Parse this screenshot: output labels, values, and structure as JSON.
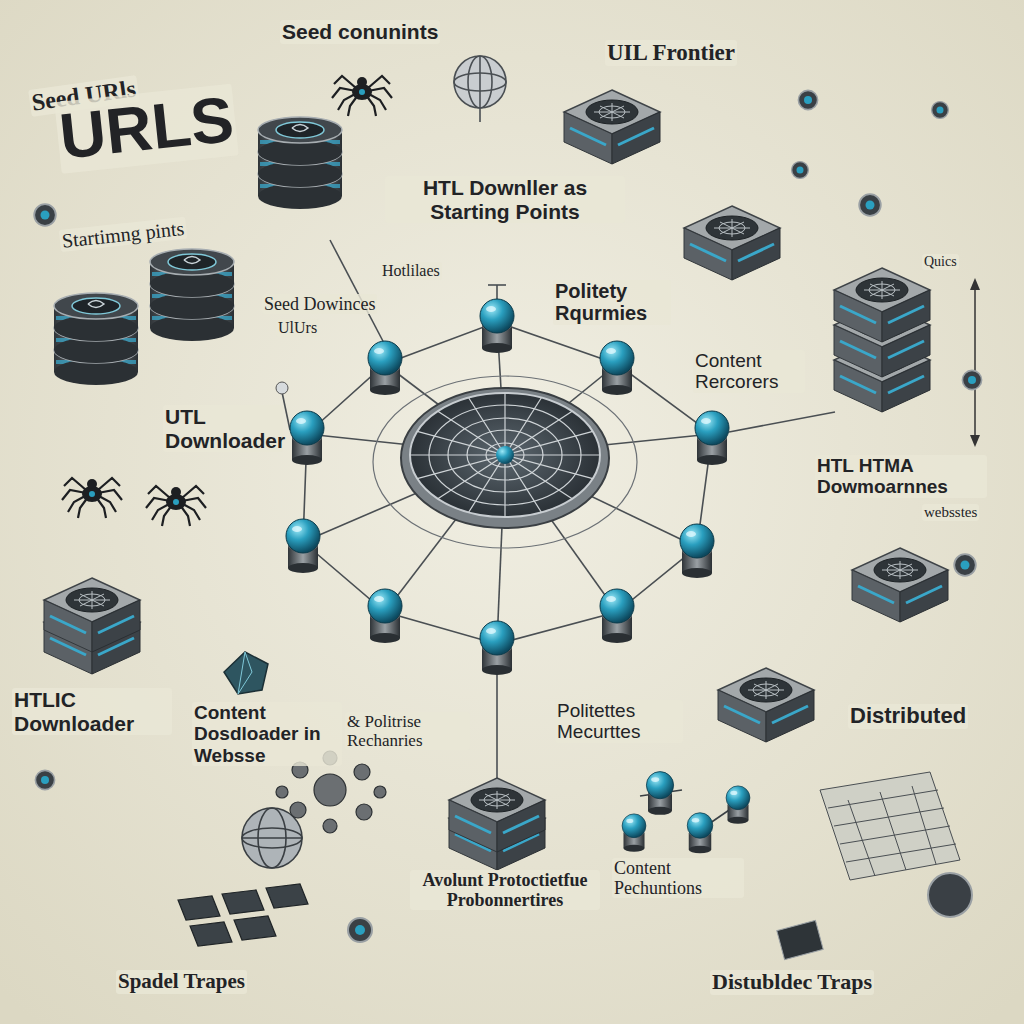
{
  "diagram": {
    "labels": [
      "Seed URls",
      "URLS",
      "Startimng pints",
      "Seed conunints",
      "UIL Frontier",
      "HTL Downller as Starting Points",
      "Hotlilaes",
      "Seed Dowinces",
      "UlUrs",
      "Politety Rqurmies",
      "Quics",
      "Content Rercorers",
      "UTL Downloader",
      "HTL HTMA Dowmoarnnes",
      "websstes",
      "HTLIC Downloader",
      "Content Dosdloader in Websse",
      "& Politrise Rechanries",
      "Politettes Mecurttes",
      "Distributed",
      "Spadel Trapes",
      "Avolunt Protoctietfue Probonnertires",
      "Content Pechuntions",
      "Distubldec Traps"
    ]
  }
}
